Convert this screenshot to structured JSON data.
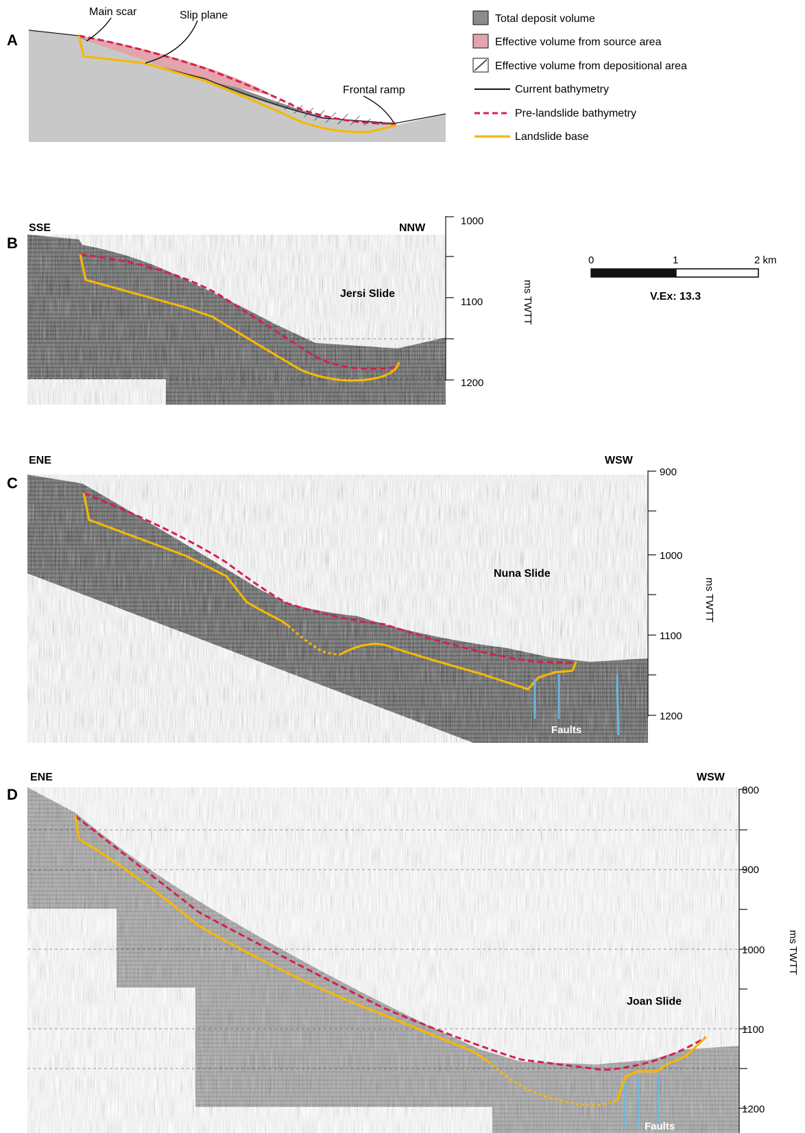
{
  "panel_a": {
    "letter": "A",
    "callouts": {
      "main_scar": "Main scar",
      "slip_plane": "Slip plane",
      "frontal_ramp": "Frontal ramp"
    }
  },
  "legend": {
    "items": [
      {
        "label": "Total deposit volume",
        "swatch": "fill",
        "color": "#8c8c8c"
      },
      {
        "label": "Effective volume from source area",
        "swatch": "fill",
        "color": "#e3a4ab"
      },
      {
        "label": "Effective volume from depositional area",
        "swatch": "hatch",
        "color": "#ffffff"
      },
      {
        "label": "Current bathymetry",
        "swatch": "line",
        "color": "#111111"
      },
      {
        "label": "Pre-landslide bathymetry",
        "swatch": "dash",
        "color": "#d61f4a"
      },
      {
        "label": "Landslide base",
        "swatch": "line",
        "color": "#f5b800"
      }
    ]
  },
  "scale_bar": {
    "ticks": [
      "0",
      "1",
      "2 km"
    ],
    "vex": "V.Ex: 13.3"
  },
  "panel_b": {
    "letter": "B",
    "left_dir": "SSE",
    "right_dir": "NNW",
    "title": "Jersi Slide",
    "axis_label": "ms TWTT",
    "ticks": [
      "1000",
      "1100",
      "1200"
    ]
  },
  "panel_c": {
    "letter": "C",
    "left_dir": "ENE",
    "right_dir": "WSW",
    "title": "Nuna Slide",
    "axis_label": "ms TWTT",
    "ticks": [
      "900",
      "1000",
      "1100",
      "1200"
    ],
    "faults": "Faults"
  },
  "panel_d": {
    "letter": "D",
    "left_dir": "ENE",
    "right_dir": "WSW",
    "title": "Joan Slide",
    "axis_label": "ms TWTT",
    "ticks": [
      "800",
      "900",
      "1000",
      "1100",
      "1200"
    ],
    "faults": "Faults"
  },
  "colors": {
    "seismic": "#4a4a4a",
    "ground": "#c8c8c8",
    "deposit": "#8c8c8c",
    "source": "#e3a4ab",
    "prelandslide": "#d61f4a",
    "base": "#f5b800",
    "fault": "#6ab8e0"
  }
}
